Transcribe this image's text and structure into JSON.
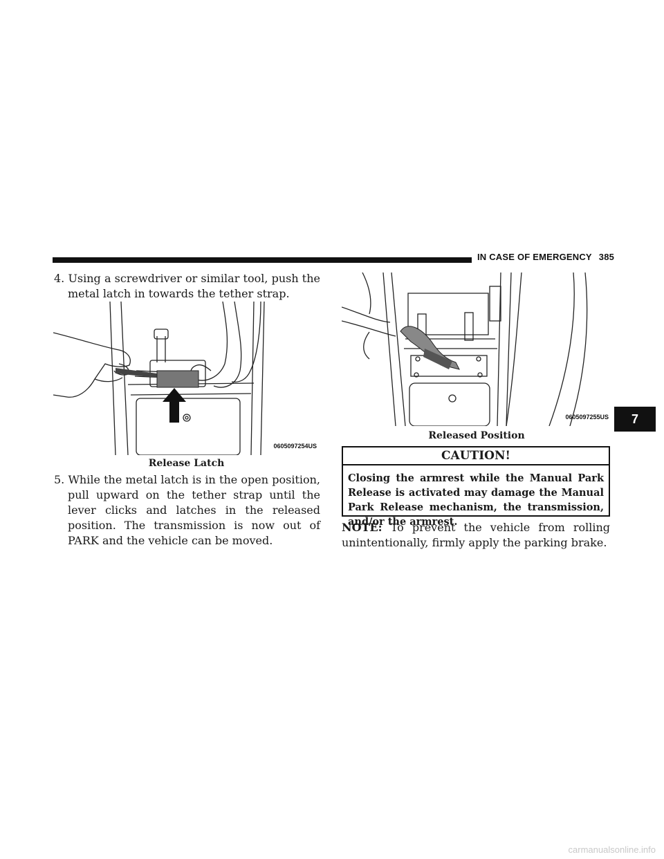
{
  "header": {
    "section_title": "IN CASE OF EMERGENCY",
    "page_number": "385"
  },
  "chapter_tab": "7",
  "step4": {
    "number": "4.",
    "text": "Using a screwdriver or similar tool, push the metal latch in towards the tether strap."
  },
  "figure1": {
    "code": "0605097254US",
    "caption": "Release Latch"
  },
  "step5": {
    "number": "5.",
    "text": "While the metal latch is in the open position, pull upward on the tether strap until the lever clicks and latches in the released position. The transmission is now out of PARK and the vehicle can be moved."
  },
  "figure2": {
    "code": "0605097255US",
    "caption": "Released Position"
  },
  "caution": {
    "heading": "CAUTION!",
    "text": "Closing the armrest while the Manual Park Release is activated may damage the Manual Park Release mechanism, the transmission, and/or the armrest."
  },
  "note": {
    "label": "NOTE:",
    "text": "To prevent the vehicle from rolling unintentionally, firmly apply the parking brake."
  },
  "watermark": "carmanualsonline.info"
}
